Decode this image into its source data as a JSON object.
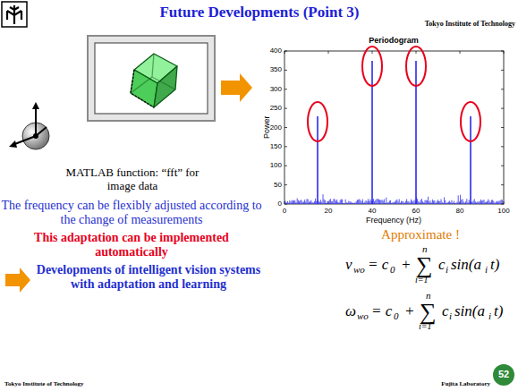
{
  "diagram": {
    "title": "Future Developments (Point 3)",
    "labels": [
      "Tokyo Institute of Technology",
      "Periodogram",
      "400",
      "350",
      "300",
      "250",
      "200",
      "150",
      "100",
      "50",
      "0",
      "0",
      "20",
      "40",
      "60",
      "80",
      "100",
      "Power",
      "Frequency (Hz)",
      "MATLAB function: “fft” for image data",
      "The frequency can be flexibly adjusted according to the change of measurements",
      "This adaptation can be implemented automatically",
      "Developments of intelligent vision systems with adaptation and learning",
      "Approximate !",
      "v",
      "wo",
      "= c",
      "0",
      "+",
      "n",
      "∑",
      "i=1",
      "c",
      "i",
      "sin(a",
      "i",
      "t)",
      "ω",
      "wo",
      "= c",
      "0",
      "+",
      "n",
      "∑",
      "i=1",
      "c",
      "i",
      "sin(a",
      "i",
      "t)",
      "Tokyo Institute of Technology",
      "Fujita Laboratory",
      "52"
    ]
  }
}
